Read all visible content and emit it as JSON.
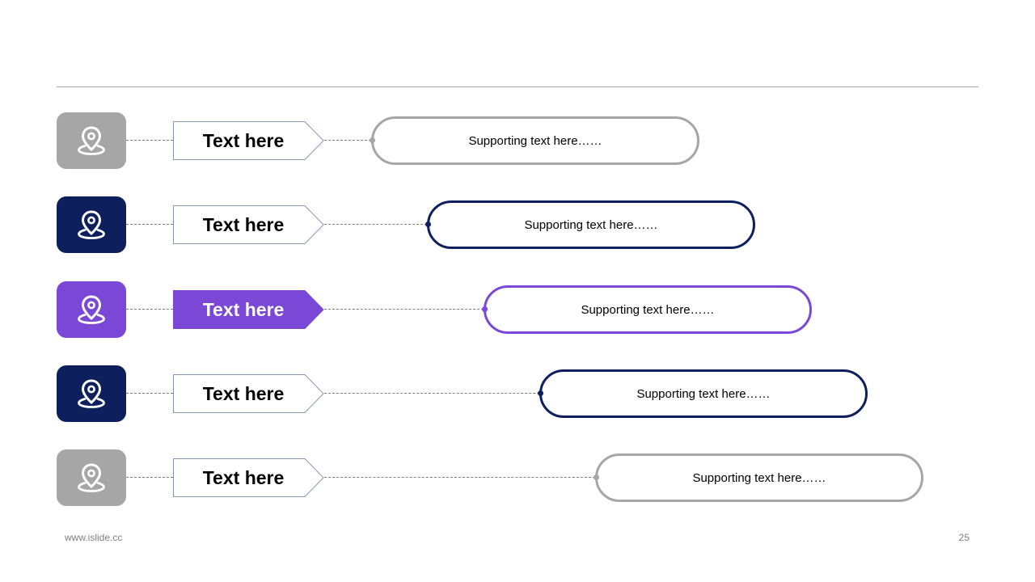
{
  "colors": {
    "gray": "#a6a6a6",
    "navy": "#0d1f5c",
    "purple": "#7b47d6",
    "tag_border": "#8497b0",
    "connector": "#7f7f7f"
  },
  "rows": [
    {
      "icon": "location-pin-icon",
      "tag_label": "Text here",
      "supporting_text": "Supporting text here……",
      "accent": "#a6a6a6",
      "active": false
    },
    {
      "icon": "location-pin-icon",
      "tag_label": "Text here",
      "supporting_text": "Supporting text here……",
      "accent": "#0d1f5c",
      "active": false
    },
    {
      "icon": "location-pin-icon",
      "tag_label": "Text here",
      "supporting_text": "Supporting text here……",
      "accent": "#7b47d6",
      "active": true
    },
    {
      "icon": "location-pin-icon",
      "tag_label": "Text here",
      "supporting_text": "Supporting text here……",
      "accent": "#0d1f5c",
      "active": false
    },
    {
      "icon": "location-pin-icon",
      "tag_label": "Text here",
      "supporting_text": "Supporting text here……",
      "accent": "#a6a6a6",
      "active": false
    }
  ],
  "footer": {
    "url": "www.islide.cc",
    "page_number": "25"
  }
}
